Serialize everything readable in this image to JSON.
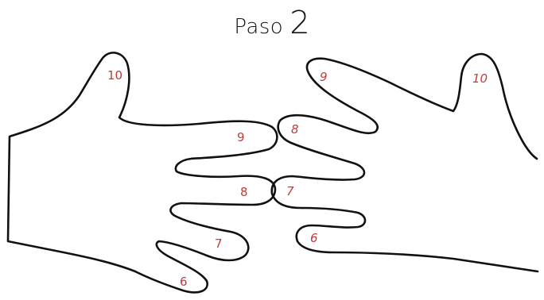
{
  "title": {
    "word": "Paso",
    "number": "2"
  },
  "left_hand": {
    "fingers": [
      "10",
      "9",
      "8",
      "7",
      "6"
    ]
  },
  "right_hand": {
    "fingers": [
      "10",
      "9",
      "8",
      "7",
      "6"
    ]
  },
  "colors": {
    "outline": "#111111",
    "numbers": "#c23a3a"
  }
}
